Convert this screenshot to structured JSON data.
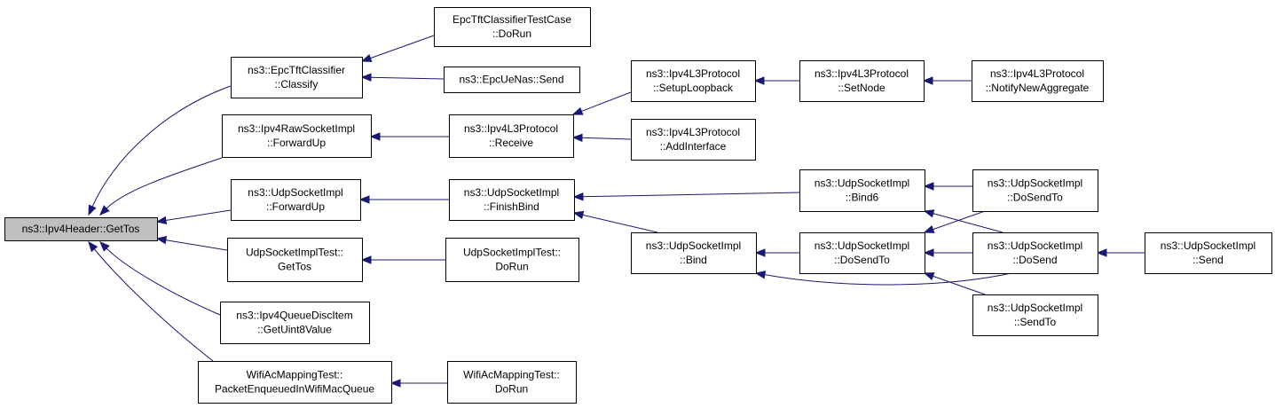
{
  "graph": {
    "nodes": [
      {
        "id": "root",
        "lines": [
          "ns3::Ipv4Header::GetTos"
        ],
        "root": true
      },
      {
        "id": "epc_classify",
        "lines": [
          "ns3::EpcTftClassifier",
          "::Classify"
        ]
      },
      {
        "id": "epc_test_dorun",
        "lines": [
          "EpcTftClassifierTestCase",
          "::DoRun"
        ]
      },
      {
        "id": "epc_uenas_send",
        "lines": [
          "ns3::EpcUeNas::Send"
        ]
      },
      {
        "id": "raw_forwardup",
        "lines": [
          "ns3::Ipv4RawSocketImpl",
          "::ForwardUp"
        ]
      },
      {
        "id": "l3_receive",
        "lines": [
          "ns3::Ipv4L3Protocol",
          "::Receive"
        ]
      },
      {
        "id": "l3_setuploopback",
        "lines": [
          "ns3::Ipv4L3Protocol",
          "::SetupLoopback"
        ]
      },
      {
        "id": "l3_setnode",
        "lines": [
          "ns3::Ipv4L3Protocol",
          "::SetNode"
        ]
      },
      {
        "id": "l3_notify",
        "lines": [
          "ns3::Ipv4L3Protocol",
          "::NotifyNewAggregate"
        ]
      },
      {
        "id": "l3_addinterface",
        "lines": [
          "ns3::Ipv4L3Protocol",
          "::AddInterface"
        ]
      },
      {
        "id": "udp_forwardup",
        "lines": [
          "ns3::UdpSocketImpl",
          "::ForwardUp"
        ]
      },
      {
        "id": "udp_finishbind",
        "lines": [
          "ns3::UdpSocketImpl",
          "::FinishBind"
        ]
      },
      {
        "id": "udp_bind6",
        "lines": [
          "ns3::UdpSocketImpl",
          "::Bind6"
        ]
      },
      {
        "id": "udp_dosendto_r",
        "lines": [
          "ns3::UdpSocketImpl",
          "::DoSendTo"
        ]
      },
      {
        "id": "udp_bind",
        "lines": [
          "ns3::UdpSocketImpl",
          "::Bind"
        ]
      },
      {
        "id": "udp_dosendto_m",
        "lines": [
          "ns3::UdpSocketImpl",
          "::DoSendTo"
        ]
      },
      {
        "id": "udp_dosend",
        "lines": [
          "ns3::UdpSocketImpl",
          "::DoSend"
        ]
      },
      {
        "id": "udp_send",
        "lines": [
          "ns3::UdpSocketImpl",
          "::Send"
        ]
      },
      {
        "id": "udp_sendto",
        "lines": [
          "ns3::UdpSocketImpl",
          "::SendTo"
        ]
      },
      {
        "id": "udptest_gettos",
        "lines": [
          "UdpSocketImplTest::",
          "GetTos"
        ]
      },
      {
        "id": "udptest_dorun",
        "lines": [
          "UdpSocketImplTest::",
          "DoRun"
        ]
      },
      {
        "id": "qdisc_getuint8",
        "lines": [
          "ns3::Ipv4QueueDiscItem",
          "::GetUint8Value"
        ]
      },
      {
        "id": "wifi_enqueued",
        "lines": [
          "WifiAcMappingTest::",
          "PacketEnqueuedInWifiMacQueue"
        ]
      },
      {
        "id": "wifi_dorun",
        "lines": [
          "WifiAcMappingTest::",
          "DoRun"
        ]
      }
    ],
    "edges": [
      {
        "from": "epc_classify",
        "to": "root"
      },
      {
        "from": "raw_forwardup",
        "to": "root"
      },
      {
        "from": "udp_forwardup",
        "to": "root"
      },
      {
        "from": "udptest_gettos",
        "to": "root"
      },
      {
        "from": "qdisc_getuint8",
        "to": "root"
      },
      {
        "from": "wifi_enqueued",
        "to": "root"
      },
      {
        "from": "epc_test_dorun",
        "to": "epc_classify"
      },
      {
        "from": "epc_uenas_send",
        "to": "epc_classify"
      },
      {
        "from": "l3_receive",
        "to": "raw_forwardup"
      },
      {
        "from": "l3_setuploopback",
        "to": "l3_receive"
      },
      {
        "from": "l3_addinterface",
        "to": "l3_receive"
      },
      {
        "from": "l3_setnode",
        "to": "l3_setuploopback"
      },
      {
        "from": "l3_notify",
        "to": "l3_setnode"
      },
      {
        "from": "udp_finishbind",
        "to": "udp_forwardup"
      },
      {
        "from": "udp_bind6",
        "to": "udp_finishbind"
      },
      {
        "from": "udp_bind",
        "to": "udp_finishbind"
      },
      {
        "from": "udp_dosendto_r",
        "to": "udp_bind6"
      },
      {
        "from": "udp_dosend",
        "to": "udp_bind6"
      },
      {
        "from": "udp_dosendto_m",
        "to": "udp_bind"
      },
      {
        "from": "udp_dosend",
        "to": "udp_bind"
      },
      {
        "from": "udp_dosendto_r",
        "to": "udp_dosendto_m"
      },
      {
        "from": "udp_dosend",
        "to": "udp_dosendto_m"
      },
      {
        "from": "udp_sendto",
        "to": "udp_dosendto_m"
      },
      {
        "from": "udp_send",
        "to": "udp_dosend"
      },
      {
        "from": "udptest_dorun",
        "to": "udptest_gettos"
      },
      {
        "from": "wifi_dorun",
        "to": "wifi_enqueued"
      }
    ]
  }
}
